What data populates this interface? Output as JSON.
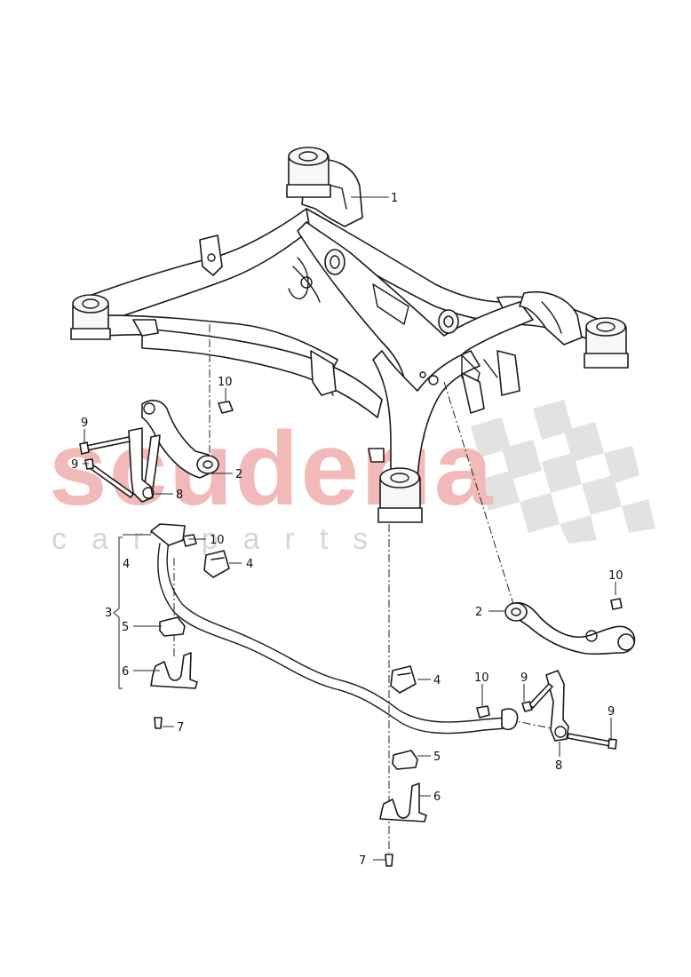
{
  "watermark": {
    "brand": "scuderia",
    "tagline": "car parts"
  },
  "callouts": {
    "c1": "1",
    "c2_left": "2",
    "c2_right": "2",
    "c3": "3",
    "c4_bracket": "4",
    "c4_mount_upper": "4",
    "c4_mount_lower": "4",
    "c5_left": "5",
    "c5_right": "5",
    "c6_left": "6",
    "c6_right": "6",
    "c7_left": "7",
    "c7_right": "7",
    "c8_left": "8",
    "c8_right": "8",
    "c9_left_upper": "9",
    "c9_left_lower": "9",
    "c9_right_upper": "9",
    "c9_right_lower": "9",
    "c10_upper": "10",
    "c10_mid": "10",
    "c10_right": "10",
    "c10_lower": "10"
  },
  "colors": {
    "line": "#1a1a1a",
    "watermark_brand": "#f2b9b9",
    "watermark_checker": "#d9d9d9"
  }
}
